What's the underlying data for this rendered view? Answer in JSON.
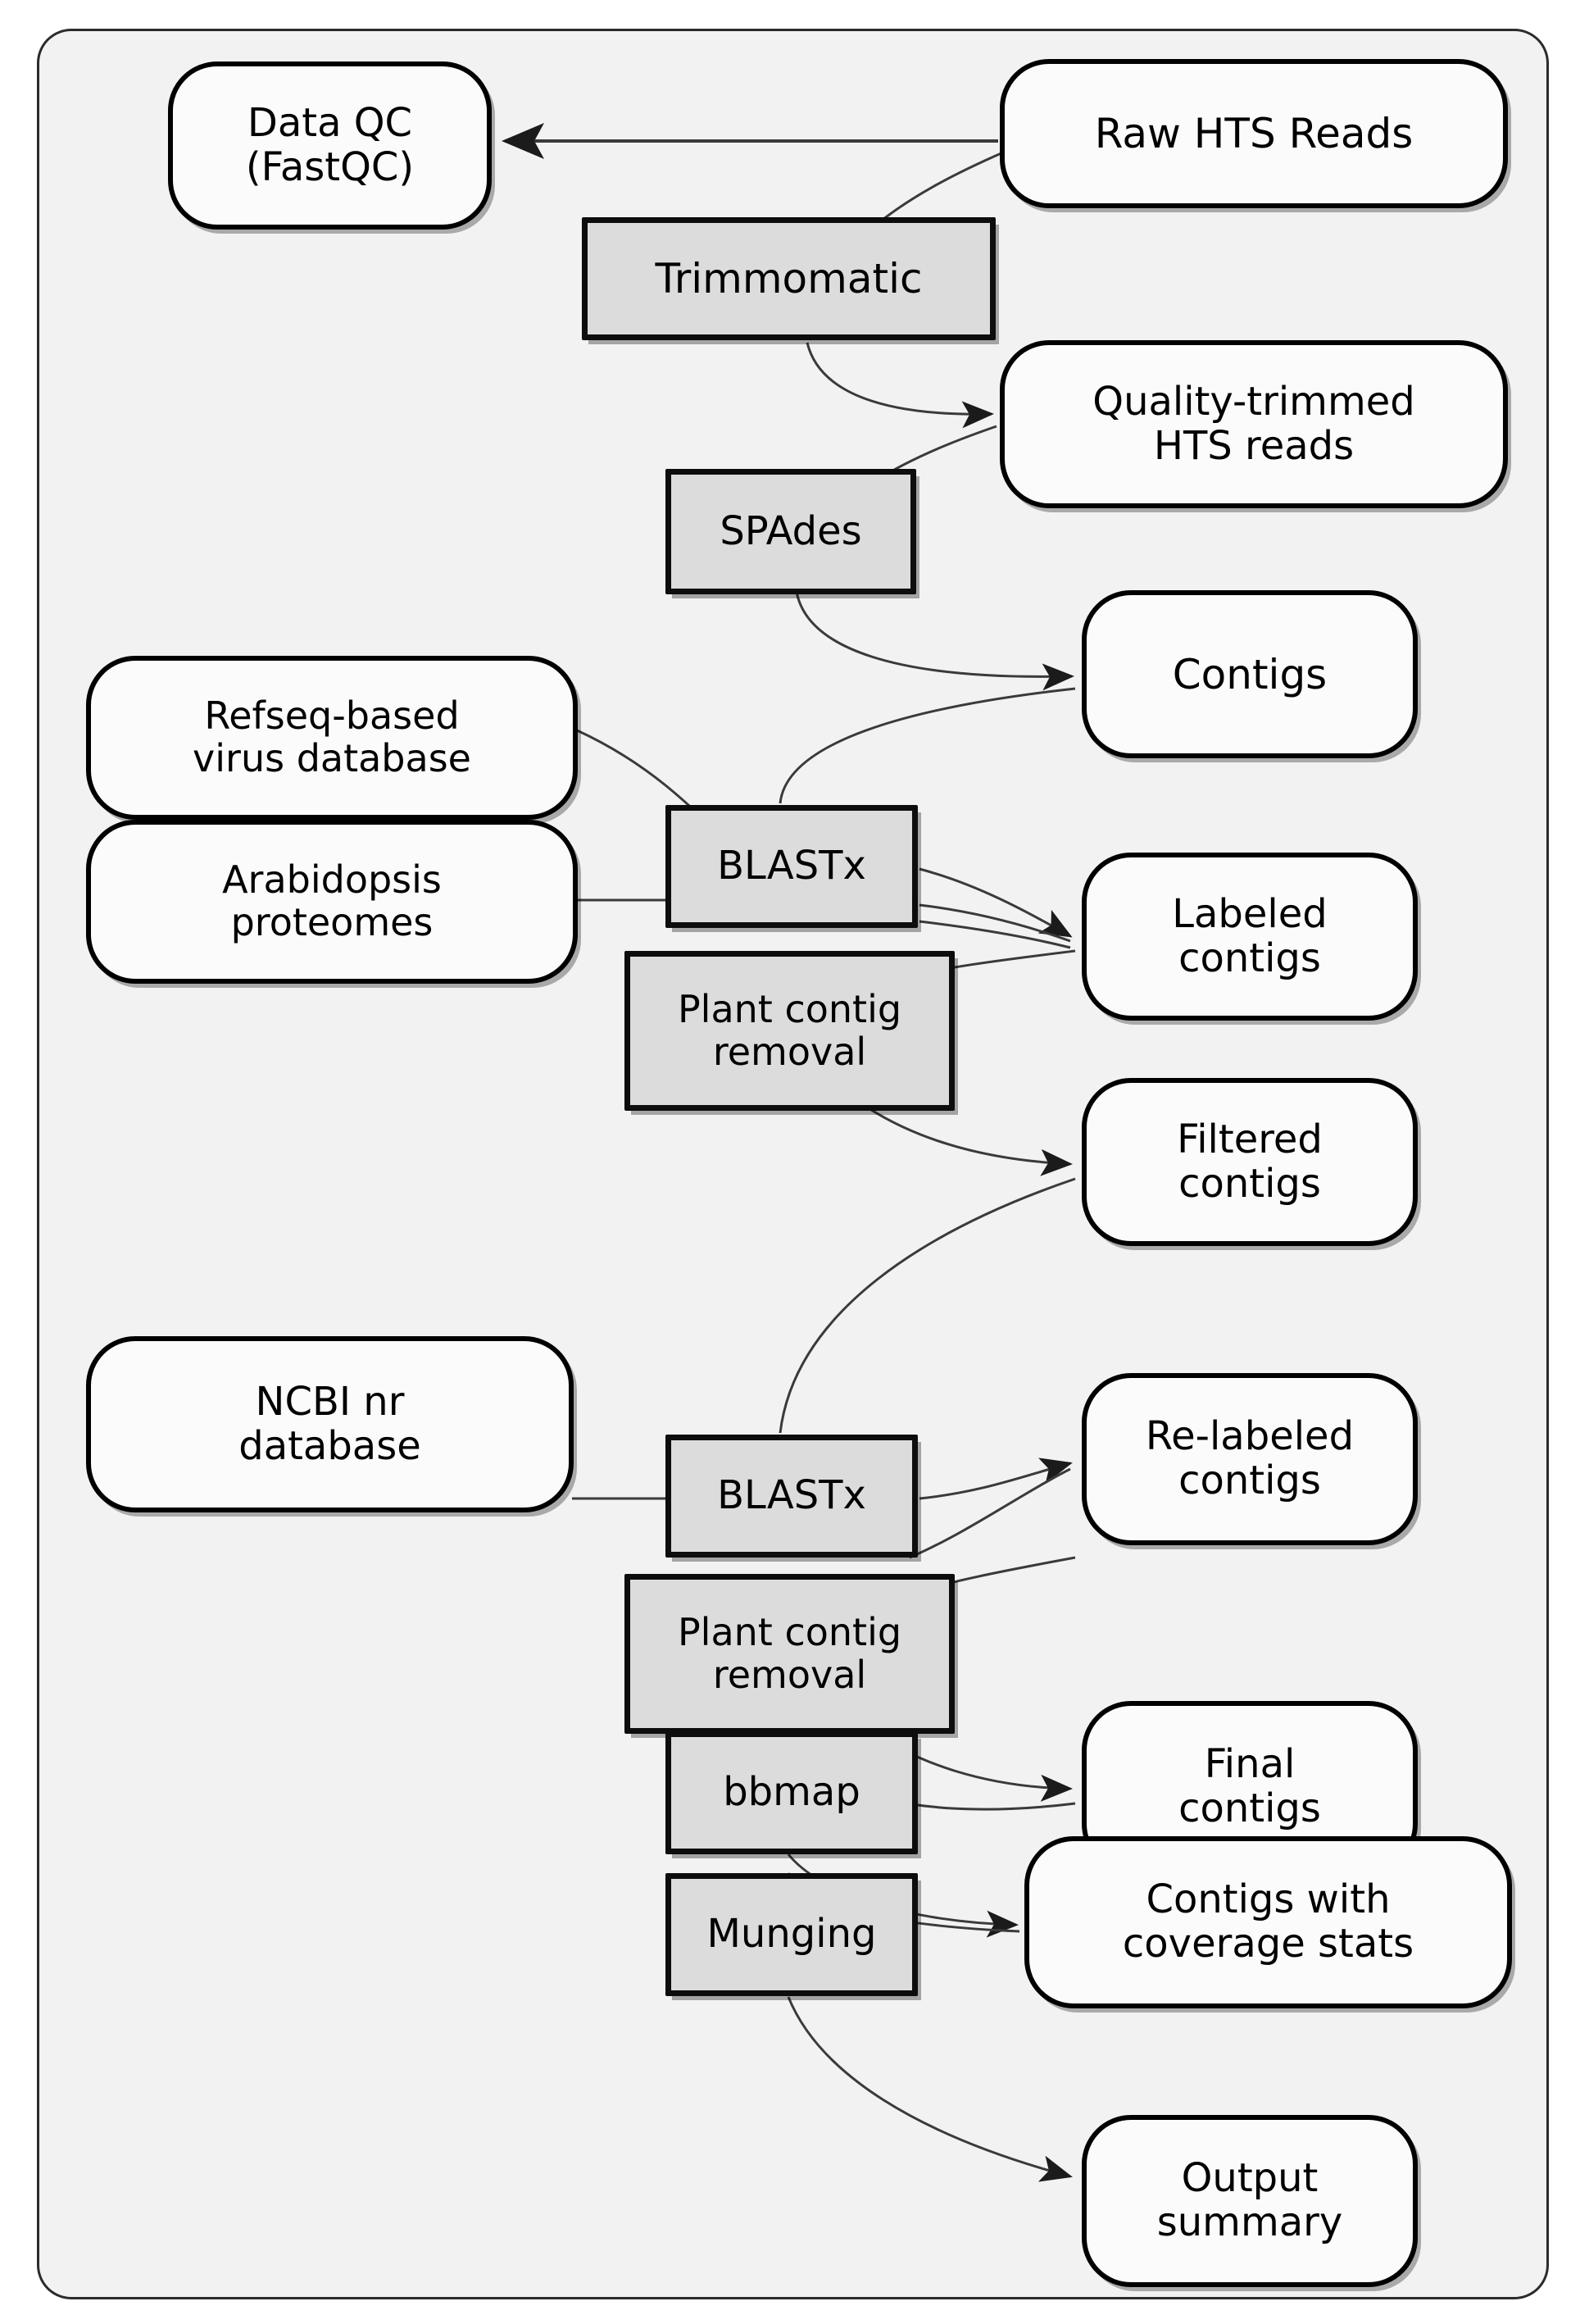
{
  "diagram": {
    "title": "HTS virus detection bioinformatics workflow",
    "type": "flowchart",
    "frame": {
      "label": ""
    },
    "colors": {
      "frame_fill": "#f2f2f2",
      "frame_stroke": "#2b2b2b",
      "data_node_fill": "#fbfbfb",
      "data_node_stroke": "#000000",
      "process_node_fill": "#dcdcdc",
      "process_node_stroke": "#0d0d0d",
      "edge_stroke": "#3a3a3a"
    },
    "nodes": [
      {
        "id": "data_qc",
        "label": "Data QC\n(FastQC)",
        "shape": "rounded",
        "kind": "data"
      },
      {
        "id": "raw_reads",
        "label": "Raw HTS Reads",
        "shape": "rounded",
        "kind": "data"
      },
      {
        "id": "trimmomatic",
        "label": "Trimmomatic",
        "shape": "rectangle",
        "kind": "process"
      },
      {
        "id": "trimmed_reads",
        "label": "Quality-trimmed\nHTS reads",
        "shape": "rounded",
        "kind": "data"
      },
      {
        "id": "spades",
        "label": "SPAdes",
        "shape": "rectangle",
        "kind": "process"
      },
      {
        "id": "contigs",
        "label": "Contigs",
        "shape": "rounded",
        "kind": "data"
      },
      {
        "id": "refseq_db",
        "label": "Refseq-based\nvirus database",
        "shape": "rounded",
        "kind": "data"
      },
      {
        "id": "arabidopsis",
        "label": "Arabidopsis\nproteomes",
        "shape": "rounded",
        "kind": "data"
      },
      {
        "id": "blastx_1",
        "label": "BLASTx",
        "shape": "rectangle",
        "kind": "process"
      },
      {
        "id": "labeled",
        "label": "Labeled\ncontigs",
        "shape": "rounded",
        "kind": "data"
      },
      {
        "id": "plant_removal_1",
        "label": "Plant contig\nremoval",
        "shape": "rectangle",
        "kind": "process"
      },
      {
        "id": "filtered",
        "label": "Filtered\ncontigs",
        "shape": "rounded",
        "kind": "data"
      },
      {
        "id": "ncbi_nr",
        "label": "NCBI nr\ndatabase",
        "shape": "rounded",
        "kind": "data"
      },
      {
        "id": "blastx_2",
        "label": "BLASTx",
        "shape": "rectangle",
        "kind": "process"
      },
      {
        "id": "relabeled",
        "label": "Re-labeled\ncontigs",
        "shape": "rounded",
        "kind": "data"
      },
      {
        "id": "plant_removal_2",
        "label": "Plant contig\nremoval",
        "shape": "rectangle",
        "kind": "process"
      },
      {
        "id": "final_contigs",
        "label": "Final\ncontigs",
        "shape": "rounded",
        "kind": "data"
      },
      {
        "id": "bbmap",
        "label": "bbmap",
        "shape": "rectangle",
        "kind": "process"
      },
      {
        "id": "coverage",
        "label": "Contigs with\ncoverage stats",
        "shape": "rounded",
        "kind": "data"
      },
      {
        "id": "munging",
        "label": "Munging",
        "shape": "rectangle",
        "kind": "process"
      },
      {
        "id": "output_summary",
        "label": "Output\nsummary",
        "shape": "rounded",
        "kind": "data"
      }
    ],
    "edges": [
      {
        "from": "raw_reads",
        "to": "data_qc",
        "arrow": true
      },
      {
        "from": "raw_reads",
        "to": "trimmomatic",
        "arrow": false
      },
      {
        "from": "trimmomatic",
        "to": "trimmed_reads",
        "arrow": true
      },
      {
        "from": "trimmed_reads",
        "to": "spades",
        "arrow": false
      },
      {
        "from": "spades",
        "to": "contigs",
        "arrow": true
      },
      {
        "from": "contigs",
        "to": "blastx_1",
        "arrow": false
      },
      {
        "from": "refseq_db",
        "to": "blastx_1",
        "arrow": false
      },
      {
        "from": "arabidopsis",
        "to": "blastx_1",
        "arrow": false
      },
      {
        "from": "blastx_1",
        "to": "labeled",
        "arrow": true
      },
      {
        "from": "labeled",
        "to": "plant_removal_1",
        "arrow": false
      },
      {
        "from": "plant_removal_1",
        "to": "filtered",
        "arrow": true
      },
      {
        "from": "filtered",
        "to": "blastx_2",
        "arrow": false
      },
      {
        "from": "ncbi_nr",
        "to": "blastx_2",
        "arrow": false
      },
      {
        "from": "blastx_2",
        "to": "relabeled",
        "arrow": true
      },
      {
        "from": "relabeled",
        "to": "plant_removal_2",
        "arrow": false
      },
      {
        "from": "plant_removal_2",
        "to": "final_contigs",
        "arrow": true
      },
      {
        "from": "final_contigs",
        "to": "bbmap",
        "arrow": false
      },
      {
        "from": "bbmap",
        "to": "coverage",
        "arrow": true
      },
      {
        "from": "coverage",
        "to": "munging",
        "arrow": false
      },
      {
        "from": "munging",
        "to": "output_summary",
        "arrow": true
      }
    ]
  }
}
